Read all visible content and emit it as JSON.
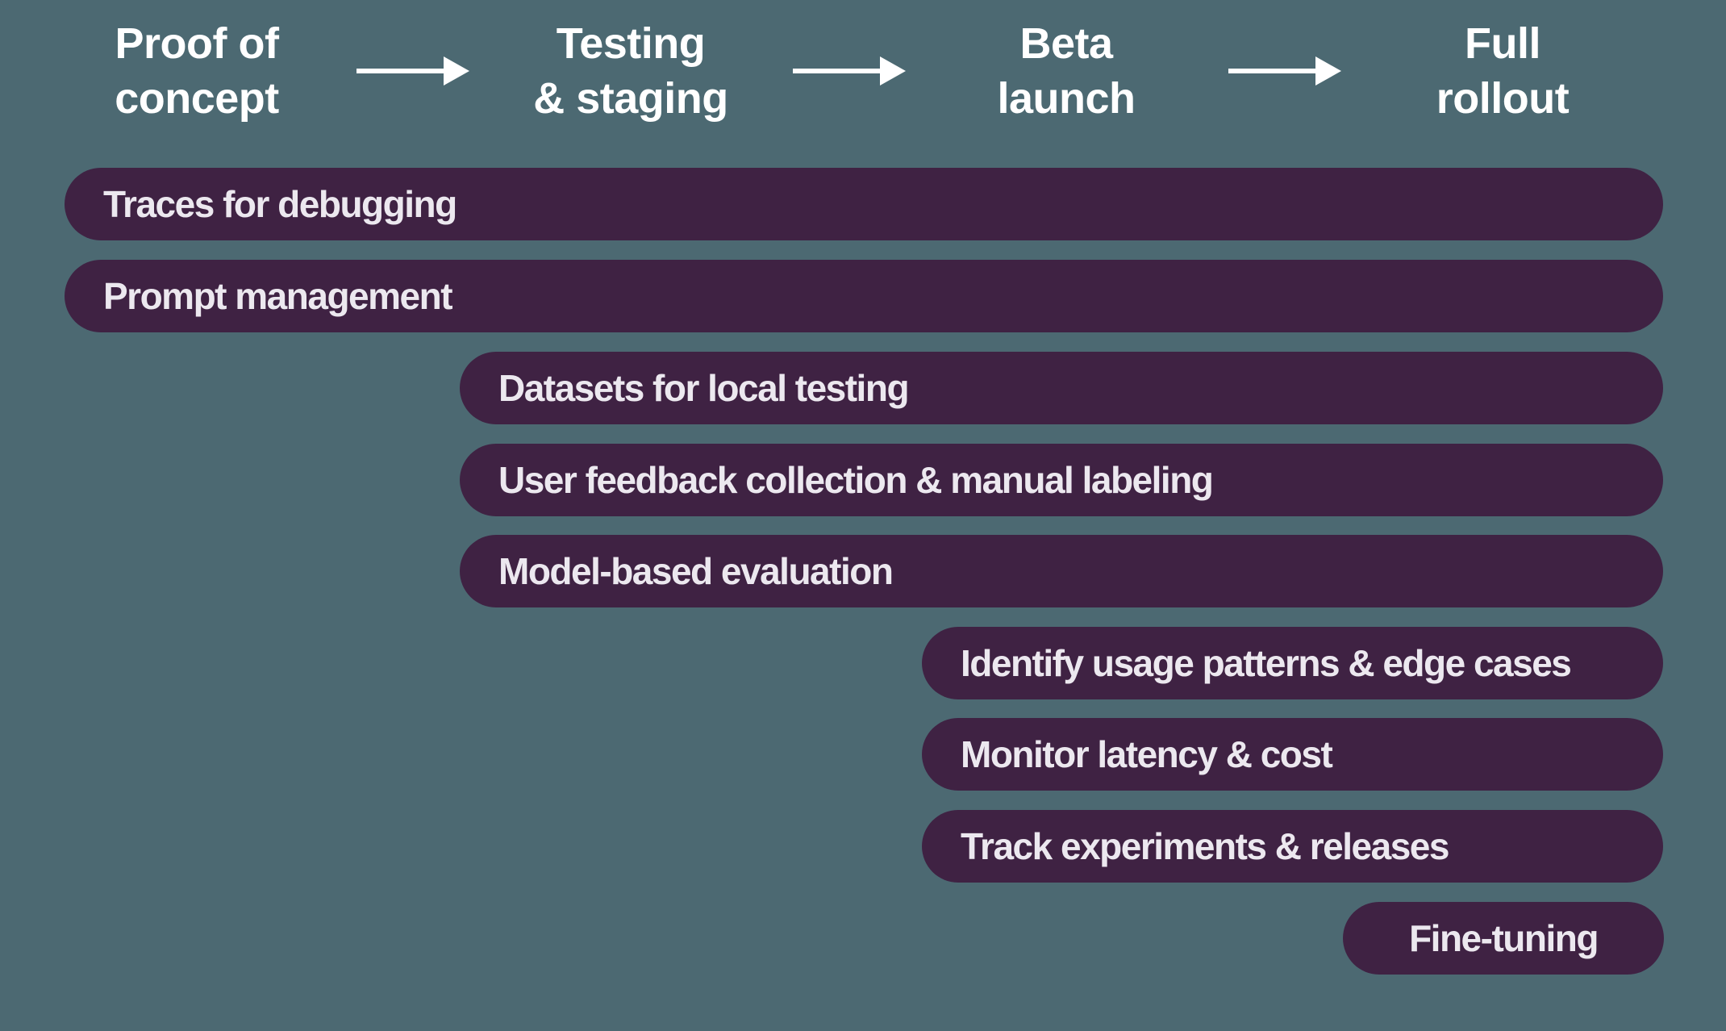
{
  "colors": {
    "background": "#4C6972",
    "bar": "#3F2243",
    "bar_text": "#ECE8EF",
    "header_text": "#FFFFFF",
    "arrow": "#FFFFFF"
  },
  "phases": [
    {
      "id": "proof-of-concept",
      "line1": "Proof of",
      "line2": "concept"
    },
    {
      "id": "testing-staging",
      "line1": "Testing",
      "line2": "& staging"
    },
    {
      "id": "beta-launch",
      "line1": "Beta",
      "line2": "launch"
    },
    {
      "id": "full-rollout",
      "line1": "Full",
      "line2": "rollout"
    }
  ],
  "features": [
    {
      "label": "Traces for debugging",
      "start_phase": "Proof of concept"
    },
    {
      "label": "Prompt management",
      "start_phase": "Proof of concept"
    },
    {
      "label": "Datasets for local testing",
      "start_phase": "Testing & staging"
    },
    {
      "label": "User feedback collection & manual labeling",
      "start_phase": "Testing & staging"
    },
    {
      "label": "Model-based evaluation",
      "start_phase": "Testing & staging"
    },
    {
      "label": "Identify usage patterns & edge cases",
      "start_phase": "Beta launch"
    },
    {
      "label": "Monitor latency & cost",
      "start_phase": "Beta launch"
    },
    {
      "label": "Track experiments & releases",
      "start_phase": "Beta launch"
    },
    {
      "label": "Fine-tuning",
      "start_phase": "Full rollout"
    }
  ]
}
